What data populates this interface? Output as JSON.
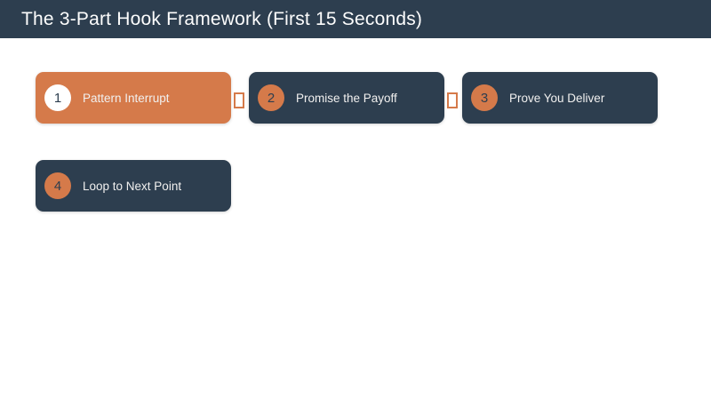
{
  "header": {
    "title": "The 3-Part Hook Framework (First 15 Seconds)"
  },
  "steps": [
    {
      "number": "1",
      "label": "Pattern Interrupt",
      "variant": "orange"
    },
    {
      "number": "2",
      "label": "Promise the Payoff",
      "variant": "navy"
    },
    {
      "number": "3",
      "label": "Prove You Deliver",
      "variant": "navy"
    },
    {
      "number": "4",
      "label": "Loop to Next Point",
      "variant": "navy"
    }
  ],
  "connector": {
    "icon": "missing-glyph-box",
    "meaning": "arrow between steps rendered as tofu box",
    "color": "#D57A4A"
  },
  "colors": {
    "header_bg": "#2D3E4F",
    "navy_box": "#2D3E4F",
    "orange": "#D57A4A",
    "title_text": "#FDFDFD",
    "label_text": "#F1F0EF",
    "number_text": "#2D3E4F",
    "step1_circle_bg": "#FFFFFF",
    "page_bg": "#FFFFFF"
  }
}
